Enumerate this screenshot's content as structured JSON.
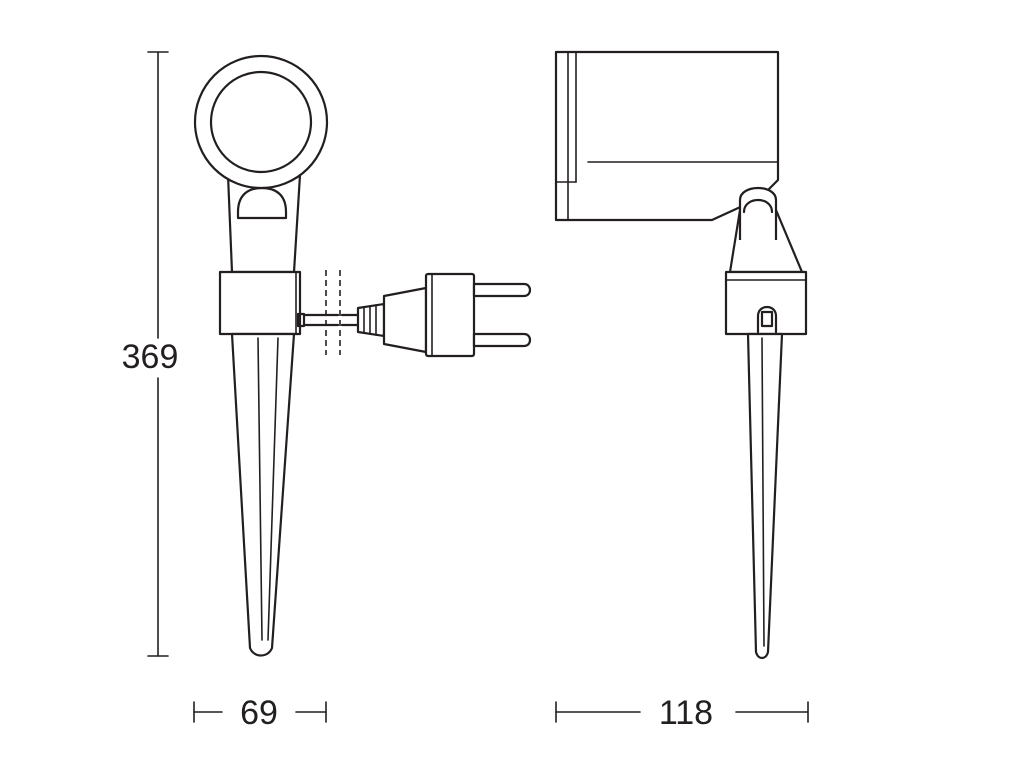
{
  "dimensions": {
    "height": "369",
    "width_front": "69",
    "width_side": "118"
  }
}
